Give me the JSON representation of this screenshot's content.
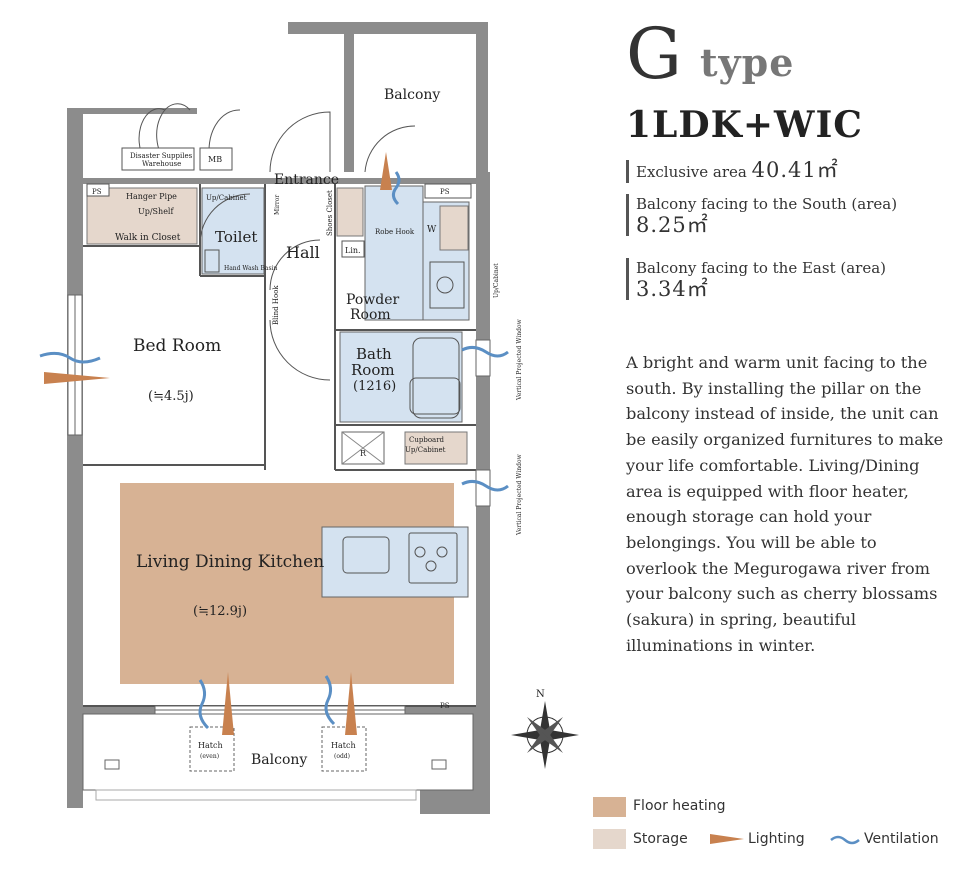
{
  "header": {
    "type_letter": "G",
    "type_word": "type",
    "layout": "1LDK+WIC"
  },
  "areas": [
    {
      "label": "Exclusive area",
      "value": "40.41㎡"
    },
    {
      "label": "Balcony facing to the South (area)",
      "value": "8.25㎡"
    },
    {
      "label": "Balcony facing to the East (area)",
      "value": "3.34㎡"
    }
  ],
  "description": "A bright and warm unit facing to the south. By installing the pillar on the balcony instead of inside, the unit can be easily organized furnitures to make your life comfortable. Living/Dining area is equipped with floor heater, enough storage can hold your belongings. You will be able to overlook the Megurogawa river from your balcony such as cherry blossams (sakura) in spring, beautiful illuminations in winter.",
  "legend": {
    "floor_heating": "Floor heating",
    "storage": "Storage",
    "lighting": "Lighting",
    "ventilation": "Ventilation"
  },
  "colors": {
    "floor_heating": "#d7b294",
    "storage": "#e5d7cc",
    "wet_area": "#d4e2f0",
    "wall": "#8c8c8c",
    "lighting": "#c8814f",
    "ventilation": "#5b8fc4"
  },
  "plan": {
    "balcony_north": "Balcony",
    "entrance": "Entrance",
    "hall": "Hall",
    "toilet": "Toilet",
    "bed_room": "Bed Room",
    "bed_room_size": "(≒4.5j)",
    "ldk": "Living Dining Kitchen",
    "ldk_size": "(≒12.9j)",
    "powder_room_1": "Powder",
    "powder_room_2": "Room",
    "bath_room_1": "Bath",
    "bath_room_2": "Room",
    "bath_size": "(1216)",
    "balcony_south": "Balcony",
    "walk_in_closet": "Walk in Closet",
    "disaster_1": "Disaster Suppiles",
    "disaster_2": "Warehouse",
    "mb": "MB",
    "ps": "PS",
    "hanger_pipe": "Hanger Pipe",
    "up_shelf": "Up/Shelf",
    "up_cabinet": "Up/Cabinet",
    "mirror": "Mirror",
    "shoes_closet": "Shoes Closet",
    "robe_hook": "Robe Hook",
    "lin": "Lin.",
    "w": "W",
    "hand_wash": "Hand Wash Basin",
    "blind_hook": "Blind Hook",
    "cupboard": "Cupboard",
    "r": "R",
    "vertical_window": "Vertical Projected Window",
    "hatch": "Hatch",
    "even": "(even)",
    "odd": "(odd)",
    "north": "N"
  }
}
